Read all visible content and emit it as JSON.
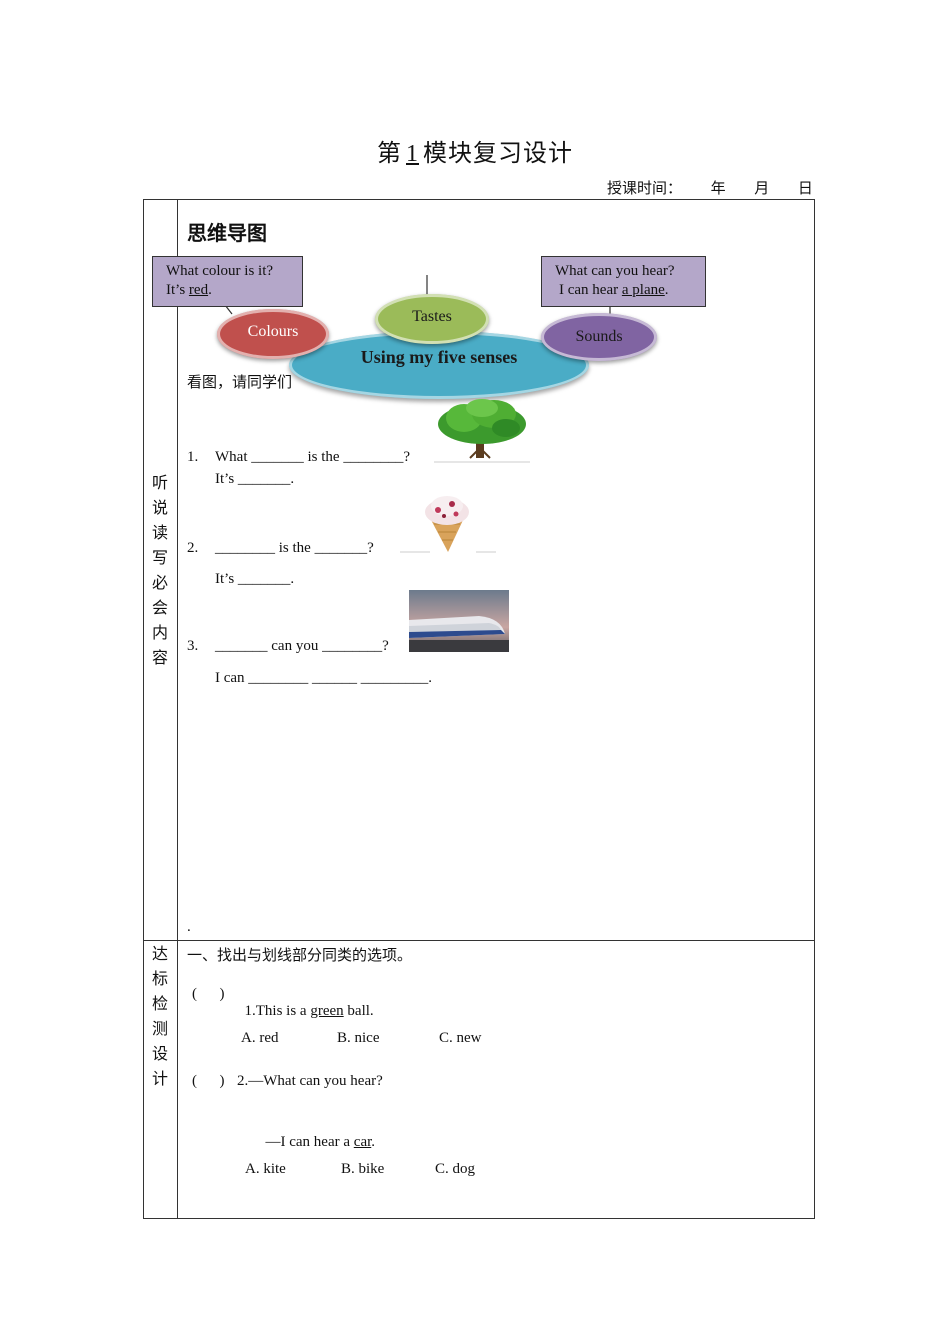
{
  "header": {
    "title_pre": "第",
    "title_num": "1",
    "title_post": "模块复习设计",
    "date_label": "授课时间：",
    "year": "年",
    "month": "月",
    "day": "日"
  },
  "side_labels": {
    "section1": [
      "听",
      "说",
      "读",
      "写",
      "必",
      "会",
      "内",
      "容"
    ],
    "section2": [
      "达",
      "标",
      "检",
      "测",
      "设",
      "计"
    ]
  },
  "mindmap": {
    "heading": "思维导图",
    "center": "Using my five senses",
    "nodes": {
      "colours": "Colours",
      "tastes": "Tastes",
      "sounds": "Sounds"
    },
    "box_left": {
      "line1": "What colour is it?",
      "line2_pre": "It’s ",
      "line2_ul": "red",
      "line2_post": "."
    },
    "box_right": {
      "line1": "What can you hear?",
      "line2_pre": "I can hear ",
      "line2_ul": "a plane",
      "line2_post": "."
    },
    "instruction": "看图，请同学们"
  },
  "exercises": {
    "q1": {
      "num": "1.",
      "line1": "What _______ is the ________?",
      "line2": "It’s _______."
    },
    "q2": {
      "num": "2.",
      "line1": "________ is the _______?",
      "line2": "It’s _______."
    },
    "q3": {
      "num": "3.",
      "line1": "_______ can you ________?",
      "line2": "I can ________ ______ _________."
    },
    "dot": "."
  },
  "test": {
    "heading": "一、找出与划线部分同类的选项。",
    "q1": {
      "paren": "(      )",
      "pre": "1.This is a ",
      "ul": "green",
      "post": " ball.",
      "options": [
        "A. red",
        "B. nice",
        "C. new"
      ]
    },
    "q2": {
      "paren": "(      )",
      "line1": "2.—What can you hear?",
      "line2_pre": "—I can hear a ",
      "line2_ul": "car",
      "line2_post": ".",
      "options": [
        "A. kite",
        "B. bike",
        "C. dog"
      ]
    }
  },
  "icons": [
    "tree-image",
    "ice-cream-image",
    "train-image"
  ],
  "colors": {
    "box_fill": "#b4a7c9",
    "center_fill": "#4aacc6",
    "colours_fill": "#c0504d",
    "tastes_fill": "#9bbb59",
    "sounds_fill": "#8064a2"
  }
}
